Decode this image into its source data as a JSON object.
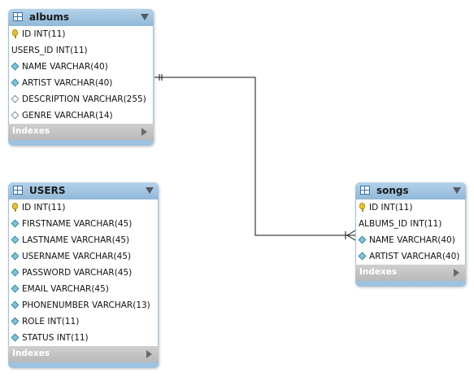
{
  "tables": {
    "albums": {
      "name": "albums",
      "columns": [
        {
          "label": "ID INT(11)",
          "icon": "primary-key-icon"
        },
        {
          "label": "USERS_ID INT(11)",
          "icon": "none"
        },
        {
          "label": "NAME VARCHAR(40)",
          "icon": "column-diamond-icon"
        },
        {
          "label": "ARTIST VARCHAR(40)",
          "icon": "column-diamond-icon"
        },
        {
          "label": "DESCRIPTION VARCHAR(255)",
          "icon": "nullable-diamond-icon"
        },
        {
          "label": "GENRE VARCHAR(14)",
          "icon": "nullable-diamond-icon"
        }
      ],
      "indexes_label": "Indexes"
    },
    "users": {
      "name": "USERS",
      "columns": [
        {
          "label": "ID INT(11)",
          "icon": "primary-key-icon"
        },
        {
          "label": "FIRSTNAME VARCHAR(45)",
          "icon": "column-diamond-icon"
        },
        {
          "label": "LASTNAME VARCHAR(45)",
          "icon": "column-diamond-icon"
        },
        {
          "label": "USERNAME VARCHAR(45)",
          "icon": "column-diamond-icon"
        },
        {
          "label": "PASSWORD VARCHAR(45)",
          "icon": "column-diamond-icon"
        },
        {
          "label": "EMAIL VARCHAR(45)",
          "icon": "column-diamond-icon"
        },
        {
          "label": "PHONENUMBER VARCHAR(13)",
          "icon": "column-diamond-icon"
        },
        {
          "label": "ROLE INT(11)",
          "icon": "column-diamond-icon"
        },
        {
          "label": "STATUS INT(11)",
          "icon": "column-diamond-icon"
        }
      ],
      "indexes_label": "Indexes"
    },
    "songs": {
      "name": "songs",
      "columns": [
        {
          "label": "ID INT(11)",
          "icon": "primary-key-icon"
        },
        {
          "label": "ALBUMS_ID INT(11)",
          "icon": "none"
        },
        {
          "label": "NAME VARCHAR(40)",
          "icon": "column-diamond-icon"
        },
        {
          "label": "ARTIST VARCHAR(40)",
          "icon": "column-diamond-icon"
        }
      ],
      "indexes_label": "Indexes"
    }
  },
  "relationships": [
    {
      "from": "albums",
      "to": "songs",
      "from_cardinality": "one-and-only-one",
      "to_cardinality": "one-or-many"
    }
  ],
  "colors": {
    "header": "#9ec3e0",
    "indexes": "#c4c4c4",
    "line": "#111111"
  }
}
